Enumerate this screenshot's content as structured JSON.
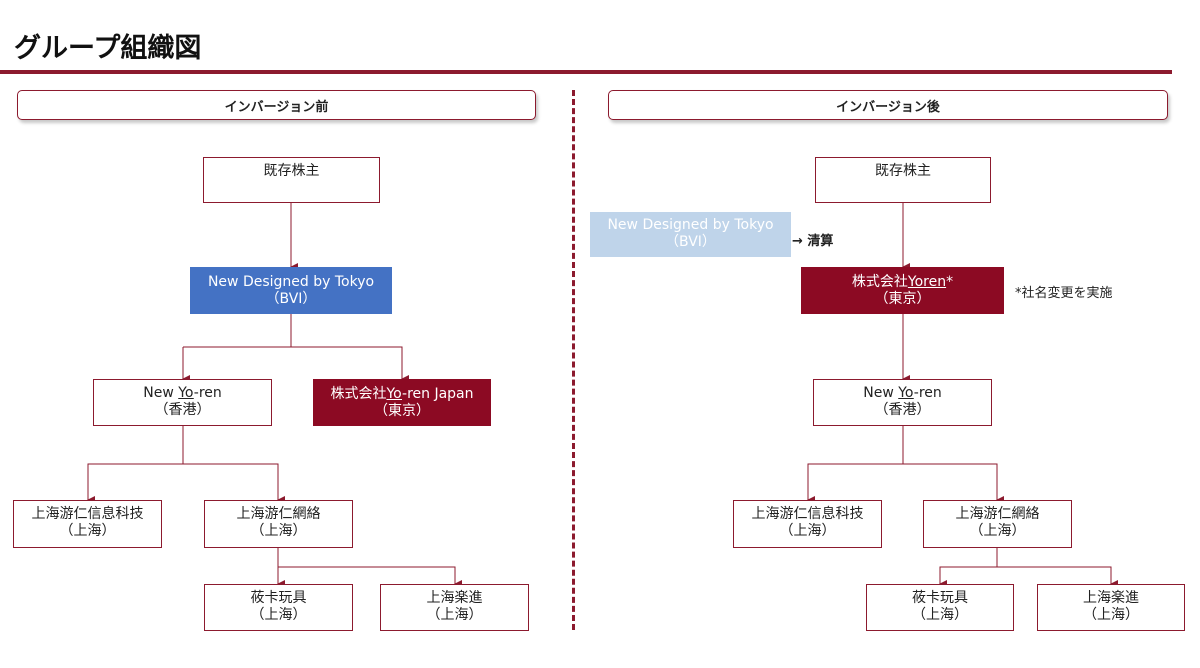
{
  "title": "グループ組織図",
  "colors": {
    "accent": "#8c1a2e",
    "blue_box": "#4472c4",
    "red_box": "#8c0a23",
    "faded_box": "#bfd4ea"
  },
  "before": {
    "header": "インバージョン前",
    "shareholders": "既存株主",
    "ndt": {
      "line1": "New Designed by Tokyo",
      "line2": "（BVI）"
    },
    "yoren_hk": {
      "pre": "New ",
      "u": "Yo",
      "post": "-ren",
      "line2": "（香港）"
    },
    "yoren_japan": {
      "pre": "株式会社",
      "u": "Yo",
      "post": "-ren Japan",
      "line2": "（東京）"
    },
    "sh_info": {
      "line1": "上海游仁信息科技",
      "line2": "（上海）"
    },
    "sh_net": {
      "line1": "上海游仁網絡",
      "line2": "（上海）"
    },
    "toy": {
      "line1": "莜卡玩具",
      "line2": "（上海）"
    },
    "rakushin": {
      "line1": "上海楽進",
      "line2": "（上海）"
    }
  },
  "after": {
    "header": "インバージョン後",
    "shareholders": "既存株主",
    "ndt": {
      "line1": "New Designed by Tokyo",
      "line2": "（BVI）"
    },
    "liquidation_note": "→ 清算",
    "yoren_kk": {
      "pre": "株式会社",
      "u": "Yoren",
      "post": "*",
      "line2": "（東京）"
    },
    "rename_note": "*社名変更を実施",
    "yoren_hk": {
      "pre": "New ",
      "u": "Yo",
      "post": "-ren",
      "line2": "（香港）"
    },
    "sh_info": {
      "line1": "上海游仁信息科技",
      "line2": "（上海）"
    },
    "sh_net": {
      "line1": "上海游仁網絡",
      "line2": "（上海）"
    },
    "toy": {
      "line1": "莜卡玩具",
      "line2": "（上海）"
    },
    "rakushin": {
      "line1": "上海楽進",
      "line2": "（上海）"
    }
  }
}
